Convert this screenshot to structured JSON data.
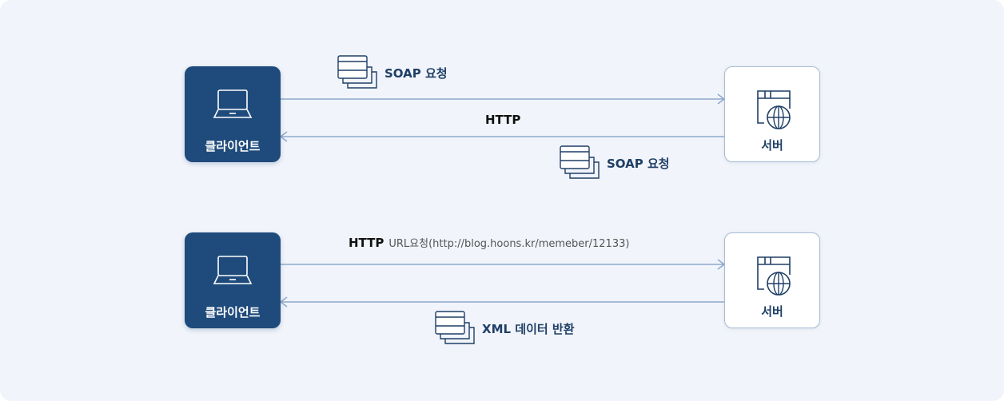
{
  "colors": {
    "client": "#1f4b7c",
    "server_border": "#a9bcd6",
    "arrow": "#8fa9cc",
    "text_dark": "#1f3f66"
  },
  "rows": [
    {
      "client_label": "클라이언트",
      "server_label": "서버",
      "request_msg": "SOAP 요청",
      "protocol": "HTTP",
      "response_msg": "SOAP 요청"
    },
    {
      "client_label": "클라이언트",
      "server_label": "서버",
      "protocol": "HTTP",
      "url_label": "URL요청(http://blog.hoons.kr/memeber/12133)",
      "response_msg": "XML 데이터 반환"
    }
  ]
}
